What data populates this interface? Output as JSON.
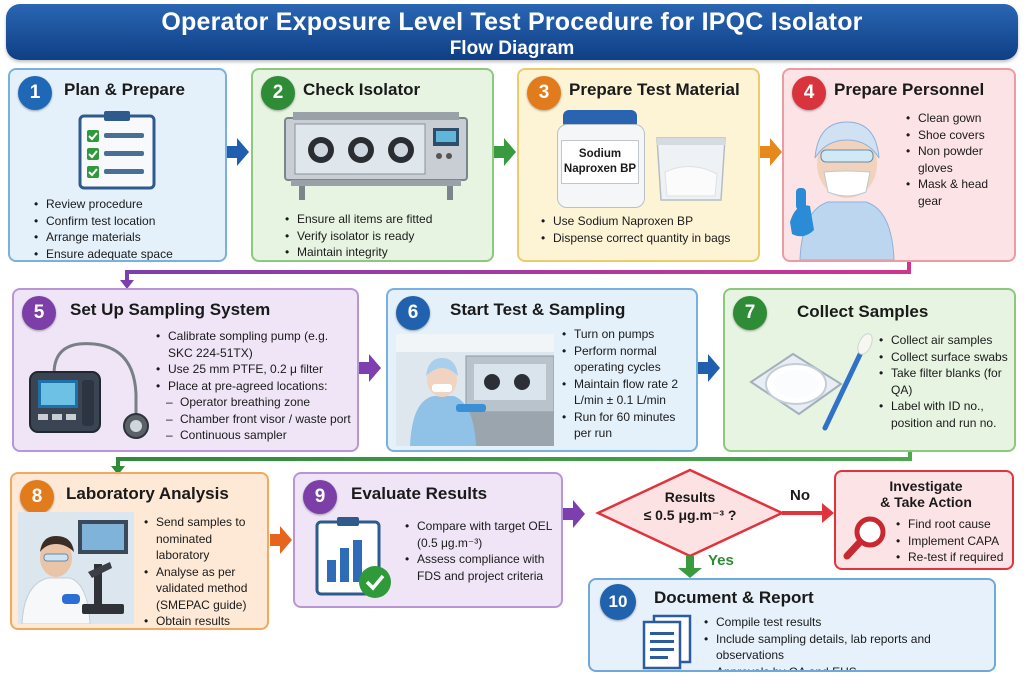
{
  "header": {
    "title": "Operator Exposure Level Test Procedure for IPQC Isolator",
    "subtitle": "Flow Diagram"
  },
  "steps": [
    {
      "num": "1",
      "title": "Plan & Prepare",
      "items": [
        "Review procedure",
        "Confirm test location",
        "Arrange materials",
        "Ensure adequate space"
      ]
    },
    {
      "num": "2",
      "title": "Check Isolator",
      "items": [
        "Ensure all items are fitted",
        "Verify isolator is ready",
        "Maintain integrity"
      ]
    },
    {
      "num": "3",
      "title": "Prepare Test Material",
      "jar_label_1": "Sodium",
      "jar_label_2": "Naproxen BP",
      "items": [
        "Use Sodium Naproxen BP",
        "Dispense correct quantity in bags"
      ]
    },
    {
      "num": "4",
      "title": "Prepare Personnel",
      "items": [
        "Clean gown",
        "Shoe covers",
        "Non powder gloves",
        "Mask & head gear"
      ]
    },
    {
      "num": "5",
      "title": "Set Up Sampling System",
      "items": [
        "Calibrate sompling pump (e.g. SKC 224-51TX)",
        "Use 25 mm PTFE, 0.2 μ filter",
        "Place at pre-agreed locations:"
      ],
      "subitems": [
        "Operator breathing zone",
        "Chamber front visor / waste port",
        "Continuous sampler"
      ]
    },
    {
      "num": "6",
      "title": "Start Test & Sampling",
      "items": [
        "Turn on pumps",
        "Perform normal operating cycles",
        "Maintain flow rate 2 L/min ± 0.1 L/min",
        "Run for 60 minutes per run"
      ]
    },
    {
      "num": "7",
      "title": "Collect Samples",
      "items": [
        "Collect air samples",
        "Collect surface swabs",
        "Take filter blanks (for QA)",
        "Label with ID no., position and run no."
      ]
    },
    {
      "num": "8",
      "title": "Laboratory Analysis",
      "items": [
        "Send samples to nominated laboratory",
        "Analyse as per validated method (SMEPAC guide)",
        "Obtain results"
      ]
    },
    {
      "num": "9",
      "title": "Evaluate Results",
      "items": [
        "Compare with target OEL (0.5 μg.m⁻³)",
        "Assess compliance with FDS and project criteria"
      ]
    },
    {
      "num": "10",
      "title": "Document & Report",
      "items": [
        "Compile test results",
        "Include sampling details, lab reports and observations",
        "Approvals by QA and EHS"
      ]
    }
  ],
  "decision": {
    "line1": "Results",
    "line2": "≤ 0.5 μg.m⁻³ ?",
    "no_label": "No",
    "yes_label": "Yes"
  },
  "action": {
    "title_line1": "Investigate",
    "title_line2": "& Take Action",
    "items": [
      "Find root cause",
      "Implement CAPA",
      "Re-test if required"
    ]
  },
  "colors": {
    "blue_arrow": "#1f5fae",
    "green_arrow": "#3a9a3f",
    "orange_arrow": "#e6891d",
    "purple_arrow": "#7d3fb0",
    "red_arrow": "#e0333c"
  }
}
